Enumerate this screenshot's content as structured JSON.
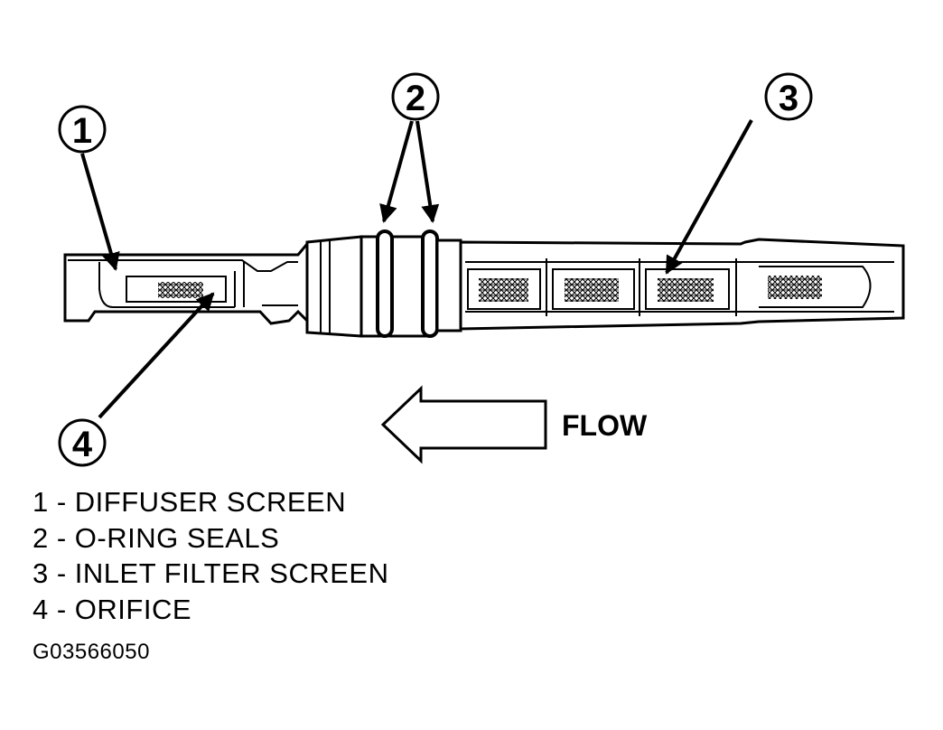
{
  "callouts": [
    {
      "number": "1",
      "label": "DIFFUSER SCREEN"
    },
    {
      "number": "2",
      "label": "O-RING SEALS"
    },
    {
      "number": "3",
      "label": "INLET FILTER SCREEN"
    },
    {
      "number": "4",
      "label": "ORIFICE"
    }
  ],
  "legend": [
    "1 - DIFFUSER SCREEN",
    "2 - O-RING SEALS",
    "3 - INLET FILTER SCREEN",
    "4 - ORIFICE"
  ],
  "flow_label": "FLOW",
  "figure_code": "G03566050",
  "colors": {
    "ink": "#000000",
    "paper": "#ffffff"
  }
}
